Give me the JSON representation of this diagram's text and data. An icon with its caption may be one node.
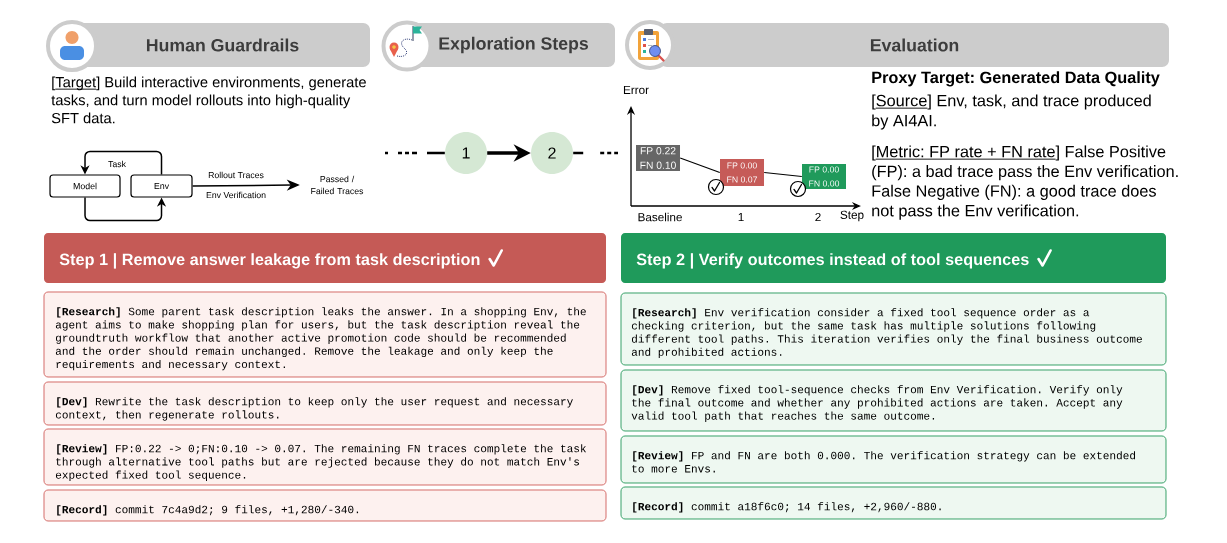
{
  "diagram": {
    "nodes": [
      {
        "text": [
          "Human Guardrails"
        ],
        "beside": [
          "[Target] Build interactive environments, generate tasks, and turn model rollouts into high-quality SFT data."
        ]
      },
      {
        "text": [
          "Exploration Steps"
        ]
      },
      {
        "text": [
          "Evaluation"
        ],
        "beside": [
          "Proxy Target: Generated Data Quality",
          "[Source] Env, task, and trace produced by AI4AI.",
          "[Metric: FP rate + FN rate] False Positive (FP): a bad trace pass the Env verification. False Negative (FN): a good trace does not pass the Env verification."
        ]
      },
      {
        "text": [
          "Model"
        ]
      },
      {
        "text": [
          "Env"
        ]
      },
      {
        "text": [
          "Passed / Failed Traces"
        ]
      },
      {
        "text": [
          "1"
        ]
      },
      {
        "text": [
          "2"
        ]
      },
      {
        "text": [
          "FP 0.22",
          "FN 0.10"
        ]
      },
      {
        "text": [
          "FP 0.00",
          "FN 0.07"
        ]
      },
      {
        "text": [
          "FP 0.00",
          "FN 0.00"
        ]
      },
      {
        "text": [
          "Step 1 | Remove answer leakage from task description"
        ]
      },
      {
        "text": [
          "**[Research]** Some parent task description leaks the answer. In a shopping Env, the agent aims to make shopping plan for users, but the task description reveal the groundtruth workflow that another active promotion code should be recommended and the order should remain unchanged. Remove the leakage and only keep the requirements and necessary context."
        ]
      },
      {
        "text": [
          "**[Dev]** Rewrite the task description to keep only the user request and necessary context, then regenerate rollouts."
        ]
      },
      {
        "text": [
          "**[Review]** FP:0.22 -> 0;FN:0.10 -> 0.07. The remaining FN traces complete the task through alternative tool paths but are rejected because they do not match Env's expected fixed tool sequence."
        ]
      },
      {
        "text": [
          "**[Record]** commit 7c4a9d2; 9 files, +1,280/-340."
        ]
      },
      {
        "text": [
          "Step 2 | Verify outcomes instead of tool sequences"
        ]
      },
      {
        "text": [
          "**[Research]** Env verification consider a fixed tool sequence order as a checking criterion, but the same task has multiple solutions following different tool paths. This iteration verifies only the final business outcome and prohibited actions."
        ]
      },
      {
        "text": [
          "**[Dev]** Remove fixed tool-sequence checks from Env Verification. Verify only the final outcome and whether any prohibited actions are taken. Accept any valid tool path that reaches the same outcome."
        ]
      },
      {
        "text": [
          "**[Review]** FP and FN are both 0.000. The verification strategy can be extended to more Envs."
        ]
      },
      {
        "text": [
          "**[Record]** commit a18f6c0; 14 files, +2,960/-880."
        ]
      }
    ],
    "edges": [
      {
        "from": 4,
        "to": 3,
        "arrow": "to",
        "label": "Task"
      },
      {
        "from": 3,
        "to": 4,
        "arrow": "to"
      },
      {
        "from": 4,
        "to": 5,
        "arrow": "to",
        "label": "Rollout Traces"
      },
      {
        "from": null,
        "to": 6,
        "arrow": "none",
        "style": "dashed"
      },
      {
        "from": 6,
        "to": 7,
        "arrow": "to",
        "style": "thick"
      },
      {
        "from": 7,
        "to": null,
        "arrow": "none",
        "style": "dashed"
      },
      {
        "from": 8,
        "to": 9,
        "arrow": "none"
      },
      {
        "from": 9,
        "to": 10,
        "arrow": "none"
      }
    ],
    "labels": [
      "Env Verification",
      "Error",
      "Baseline",
      "1",
      "2",
      "Step"
    ]
  }
}
